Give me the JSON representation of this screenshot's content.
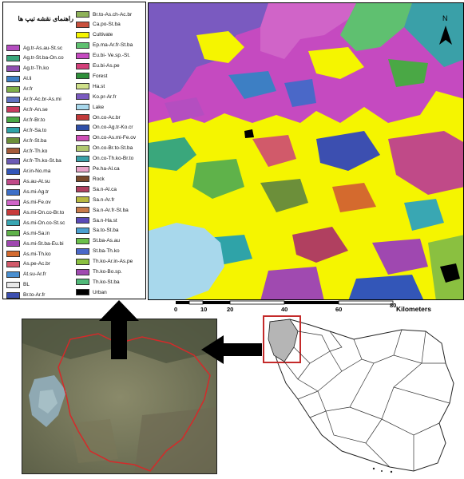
{
  "legend": {
    "title": "راهنمای نقشه تیپ ها",
    "items_left": [
      {
        "label": "Ag.tr-As.au-St.sc",
        "color": "#b44ec0"
      },
      {
        "label": "Ag.tr-St.ba-On.co",
        "color": "#3aa77c"
      },
      {
        "label": "Ag.tr-Th.ko",
        "color": "#8f4fb0"
      },
      {
        "label": "Al.li",
        "color": "#3d7fc4"
      },
      {
        "label": "Ar.fr",
        "color": "#7fb04a"
      },
      {
        "label": "Ar.fr-Ac.br-As.mi",
        "color": "#5f72c2"
      },
      {
        "label": "Ar.fr-An.se",
        "color": "#c93a5e"
      },
      {
        "label": "Ar.fr-Br.to",
        "color": "#4aa845"
      },
      {
        "label": "Ar.fr-Sa.to",
        "color": "#2fa3a8"
      },
      {
        "label": "Ar.fr-St.ba",
        "color": "#6c8f3a"
      },
      {
        "label": "Ar.fr-Th.ko",
        "color": "#a55a3a"
      },
      {
        "label": "Ar.fr-Th.ko-St.ba",
        "color": "#6c5bb5"
      },
      {
        "label": "Ar.in-No.ma",
        "color": "#3356b8"
      },
      {
        "label": "As.au-At.su",
        "color": "#c04a88"
      },
      {
        "label": "As.mi-Ag.tr",
        "color": "#3d6fc7"
      },
      {
        "label": "As.mi-Fe.ov",
        "color": "#d064c8"
      },
      {
        "label": "As.mi-On.co-Br.to",
        "color": "#c83a3a"
      },
      {
        "label": "As.mi-On.co-St.sc",
        "color": "#39a7b3"
      },
      {
        "label": "As.mi-Sa.in",
        "color": "#5fb24a"
      },
      {
        "label": "As.mi-St.ba-Eu.bi",
        "color": "#9f48b0"
      },
      {
        "label": "As.mi-Th.ko",
        "color": "#d46a2e"
      },
      {
        "label": "As.pe-Ac.br",
        "color": "#d15a6a"
      },
      {
        "label": "At.su-Ar.fr",
        "color": "#4a8fd0"
      },
      {
        "label": "BL",
        "color": "#e8e8e8"
      },
      {
        "label": "Br.to-Ar.fr",
        "color": "#3c4fb0"
      }
    ],
    "items_right": [
      {
        "label": "Br.to-As.ch-Ac.br",
        "color": "#8fb25a"
      },
      {
        "label": "Ca.po-St.ba",
        "color": "#c8503c"
      },
      {
        "label": "Cultivate",
        "color": "#f5f500"
      },
      {
        "label": "Ep.ma-Ar.fr-St.ba",
        "color": "#5fc070"
      },
      {
        "label": "Eu.bi- Ve.sp.-St.",
        "color": "#c54ac0"
      },
      {
        "label": "Eu.bi-As.pe",
        "color": "#d4407a"
      },
      {
        "label": "Forest",
        "color": "#2f8f3a"
      },
      {
        "label": "Ha.st",
        "color": "#cfe08a"
      },
      {
        "label": "Ko.pr-Ar.fr",
        "color": "#7a5ac0"
      },
      {
        "label": "Lake",
        "color": "#a8d8ec"
      },
      {
        "label": "On.co-Ac.br",
        "color": "#c23a3a"
      },
      {
        "label": "On.co-Ag.tr-Ko.cr",
        "color": "#2f4fa8"
      },
      {
        "label": "On.co-As.mi-Fe.ov",
        "color": "#d050b8"
      },
      {
        "label": "On.co-Br.to-St.ba",
        "color": "#b0c870"
      },
      {
        "label": "On.co-Th.ko-Br.to",
        "color": "#3aa0a8"
      },
      {
        "label": "Pe.ha-Al.ca",
        "color": "#e8a4c8"
      },
      {
        "label": "Rock",
        "color": "#7a4a2a"
      },
      {
        "label": "Sa.n-Al.ca",
        "color": "#b04060"
      },
      {
        "label": "Sa.n-Ar.fr",
        "color": "#b8b840"
      },
      {
        "label": "Sa.n-Ar.fr-St.ba",
        "color": "#c87a4a"
      },
      {
        "label": "Sa.n-Ha.st",
        "color": "#5a4ab8"
      },
      {
        "label": "Sa.to-St.ba",
        "color": "#4aa0d0"
      },
      {
        "label": "St.ba-As.au",
        "color": "#6ac04a"
      },
      {
        "label": "St.ba-Th.ko",
        "color": "#4a68c8"
      },
      {
        "label": "Th.ko-Ar.in-As.pe",
        "color": "#8ac040"
      },
      {
        "label": "Th.ko-Bo.sp.",
        "color": "#a04ab0"
      },
      {
        "label": "Th.ko-St.ba",
        "color": "#50b878"
      },
      {
        "label": "Urban",
        "color": "#000000"
      }
    ]
  },
  "map": {
    "north_label": "N"
  },
  "scale": {
    "ticks": [
      "0",
      "10",
      "20",
      "40",
      "60",
      "80"
    ],
    "unit": "Kilometers"
  },
  "colors": {
    "cultivate": "#f5f500",
    "lake": "#a8d8ec",
    "boundary": "#d42a2a",
    "arrow": "#000000"
  }
}
